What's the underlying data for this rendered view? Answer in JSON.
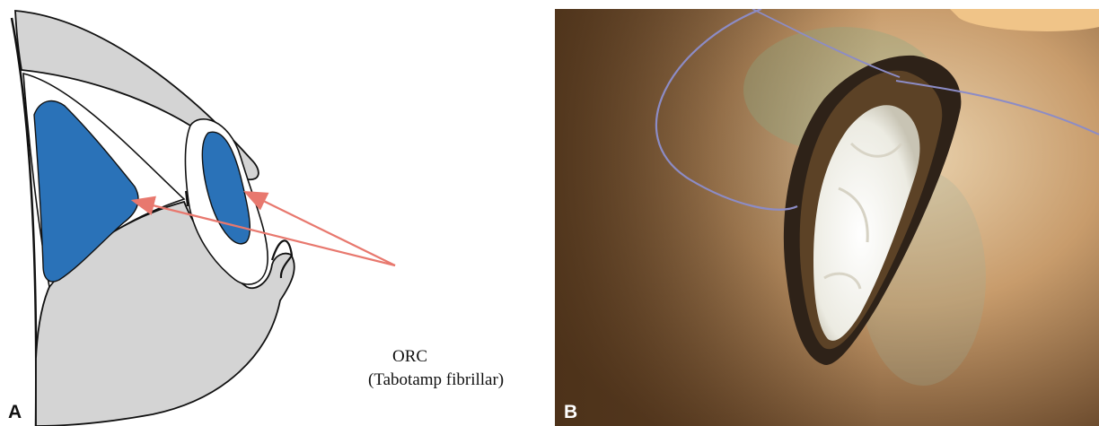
{
  "figure": {
    "panel_a": {
      "letter": "A",
      "callout_title": "ORC",
      "callout_subtitle": "(Tabotamp fibrillar)",
      "colors": {
        "tissue": "#d4d4d4",
        "cavity": "#ffffff",
        "implant": "#2a72b8",
        "arrow": "#e8786e",
        "outline": "#111111"
      }
    },
    "panel_b": {
      "letter": "B",
      "colors": {
        "skin_light": "#d8b489",
        "skin_dark": "#6a4a2c",
        "wound_edge": "#2e2218",
        "packing": "#f4f2ea",
        "suture": "#8c8cc6"
      }
    }
  }
}
